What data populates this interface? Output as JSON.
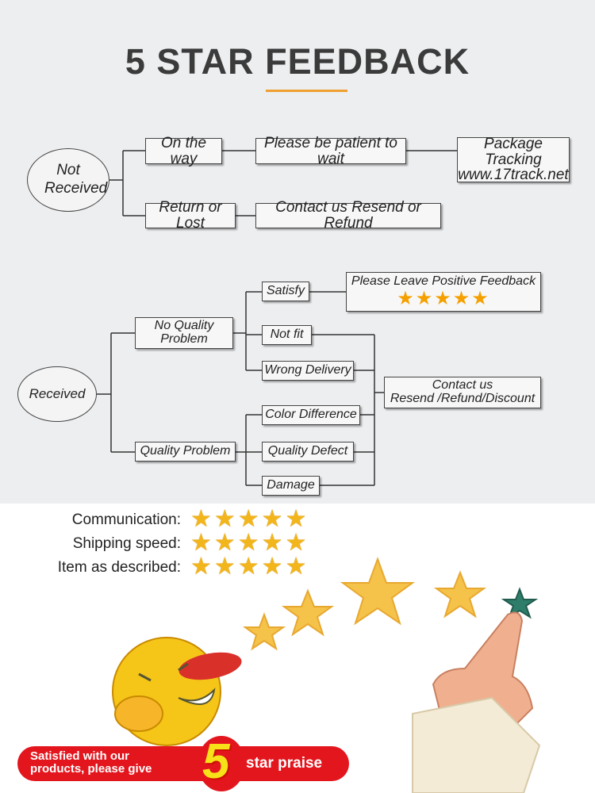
{
  "title": "5 STAR FEEDBACK",
  "colors": {
    "accent": "#f0a030",
    "star": "#f2b51c",
    "banner": "#e3161e",
    "five": "#f7e21a"
  },
  "flow1": {
    "root": "Not Received",
    "on_the_way": "On the way",
    "patient": "Please be patient to wait",
    "tracking_line1": "Package Tracking",
    "tracking_line2": "www.17track.net",
    "return_lost": "Return or Lost",
    "contact": "Contact us  Resend or Refund"
  },
  "flow2": {
    "root": "Received",
    "no_problem": "No Quality Problem",
    "problem": "Quality Problem",
    "satisfy": "Satisfy",
    "positive": "Please Leave Positive Feedback",
    "positive_stars": "★★★★★",
    "not_fit": "Not fit",
    "wrong": "Wrong Delivery",
    "color": "Color Difference",
    "defect": "Quality  Defect",
    "damage": "Damage",
    "contact_line1": "Contact us",
    "contact_line2": "Resend /Refund/Discount"
  },
  "ratings": [
    {
      "label": "Communication:",
      "stars": 5,
      "display": "★★★★★"
    },
    {
      "label": "Shipping speed:",
      "stars": 5,
      "display": "★★★★★"
    },
    {
      "label": "Item as described:",
      "stars": 5,
      "display": "★★★★★"
    }
  ],
  "banner": {
    "line1": "Satisfied with our",
    "line2": "products, please give",
    "number": "5",
    "suffix": "star praise"
  }
}
